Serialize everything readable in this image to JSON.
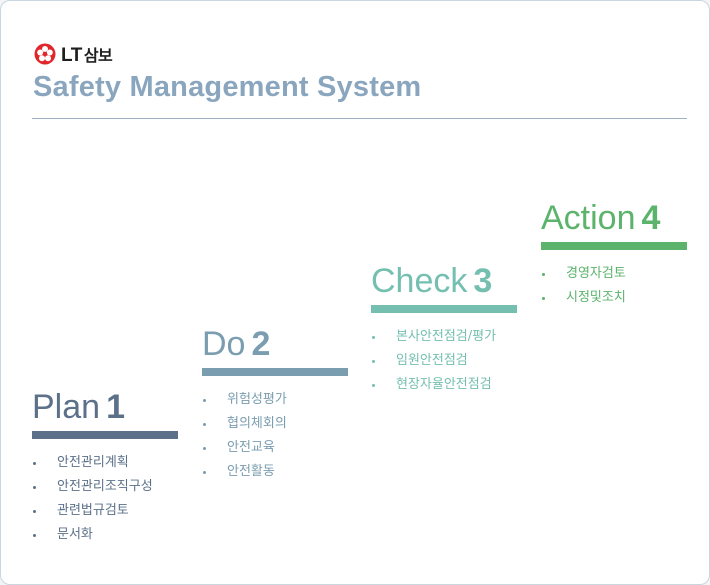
{
  "brand": {
    "logo_lt": "LT",
    "logo_kr": "삼보",
    "logo_color": "#e1262b"
  },
  "title": "Safety Management System",
  "phases": [
    {
      "word": "Plan",
      "number": "1",
      "color": "#5c7189",
      "items": [
        "안전관리계획",
        "안전관리조직구성",
        "관련법규검토",
        "문서화"
      ]
    },
    {
      "word": "Do",
      "number": "2",
      "color": "#7a9db0",
      "items": [
        "위험성평가",
        "협의체회의",
        "안전교육",
        "안전활동"
      ]
    },
    {
      "word": "Check",
      "number": "3",
      "color": "#74bfb0",
      "items": [
        "본사안전점검/평가",
        "임원안전점검",
        "현장자율안전점검"
      ]
    },
    {
      "word": "Action",
      "number": "4",
      "color": "#5bb36c",
      "items": [
        "경영자검토",
        "시정및조치"
      ]
    }
  ]
}
